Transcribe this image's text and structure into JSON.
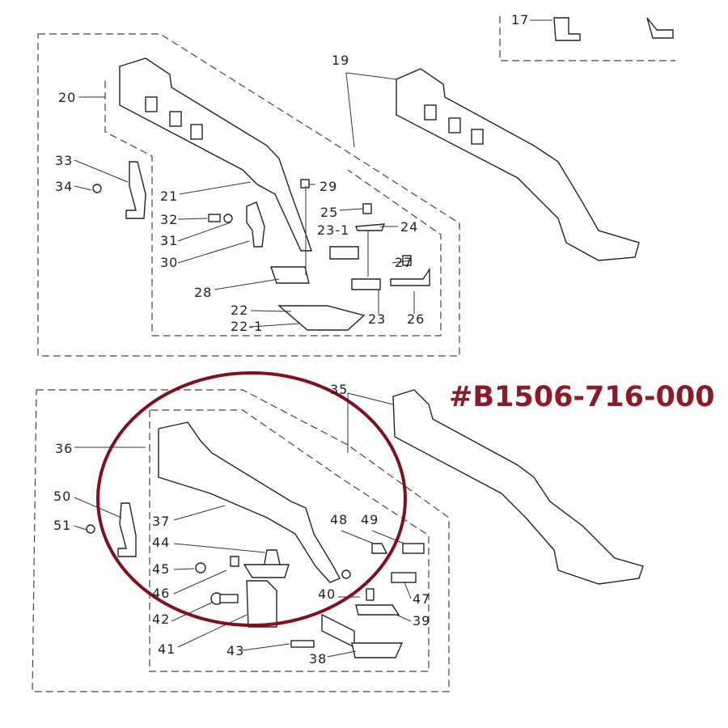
{
  "part_number": "#B1506-716-000",
  "colors": {
    "highlight": "#7f1020",
    "part_number": "#8b1a2b",
    "lines": "#222222"
  },
  "top_labels": {
    "l17": "17",
    "l19": "19",
    "l20": "20",
    "l21": "21",
    "l22": "22",
    "l22_1": "22-1",
    "l23": "23",
    "l23_1": "23-1",
    "l24": "24",
    "l25": "25",
    "l26": "26",
    "l27": "27",
    "l28": "28",
    "l29": "29",
    "l30": "30",
    "l31": "31",
    "l32": "32",
    "l33": "33",
    "l34": "34"
  },
  "bottom_labels": {
    "l35": "35",
    "l36": "36",
    "l37": "37",
    "l38": "38",
    "l39": "39",
    "l40": "40",
    "l41": "41",
    "l42": "42",
    "l43": "43",
    "l44": "44",
    "l45": "45",
    "l46": "46",
    "l47": "47",
    "l48": "48",
    "l49": "49",
    "l50": "50",
    "l51": "51"
  }
}
